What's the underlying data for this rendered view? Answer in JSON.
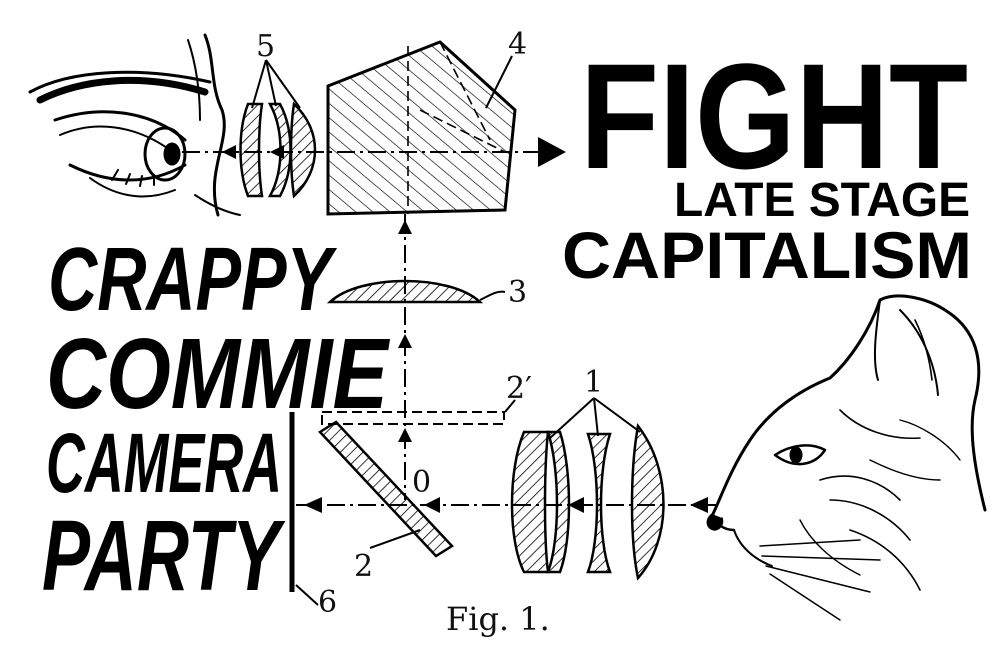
{
  "headline": {
    "fight": "FIGHT",
    "late_stage": "LATE STAGE",
    "capitalism": "CAPITALISM"
  },
  "side_text": {
    "line1": "CRAPPY",
    "line2": "COMMIE",
    "line3": "CAMERA",
    "line4": "PARTY"
  },
  "labels": {
    "l5": "5",
    "l4": "4",
    "l3": "3",
    "l2p": "2′",
    "l1": "1",
    "l0": "0",
    "l2": "2",
    "l6": "6"
  },
  "caption": "Fig. 1.",
  "colors": {
    "ink": "#000000",
    "paper": "#ffffff"
  },
  "icons": [
    "eye-illustration",
    "cat-head-illustration",
    "arrow-right-icon"
  ]
}
